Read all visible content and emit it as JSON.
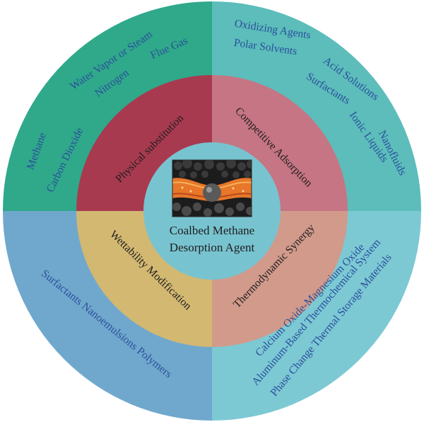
{
  "center": {
    "title_line1": "Coalbed Methane",
    "title_line2": "Desorption Agent",
    "image_icon": "coal-methane-pore-illustration"
  },
  "quadrants": [
    {
      "id": "top-left",
      "mechanism": "Physical substitution",
      "outer_color": "#2fa98a",
      "mid_color": "#a83a50",
      "agents": [
        "Methane",
        "Carbon Dioxide",
        "Water Vapor or Steam",
        "Nitrogen",
        "Flue Gas"
      ]
    },
    {
      "id": "top-right",
      "mechanism": "Competitive Adsorption",
      "outer_color": "#5cbdbb",
      "mid_color": "#c67584",
      "agents": [
        "Oxidizing Agents",
        "Acid Solutions",
        "Polar Solvents",
        "Surfactants",
        "Ionic Liquids",
        "Nanofluids"
      ]
    },
    {
      "id": "bottom-right",
      "mechanism": "Thermodynamic Synergy",
      "outer_color": "#7cc9d4",
      "mid_color": "#d19a8b",
      "agents": [
        "Calcium Oxide-Magnesium Oxide",
        "Aluminum-Based Thermochemical System",
        "Phase Change Thermal Storage Materials"
      ]
    },
    {
      "id": "bottom-left",
      "mechanism": "Wettability Modification",
      "outer_color": "#70a8cd",
      "mid_color": "#d3b872",
      "agents": [
        "Surfactants Nanoemulsions Polymers"
      ]
    }
  ]
}
